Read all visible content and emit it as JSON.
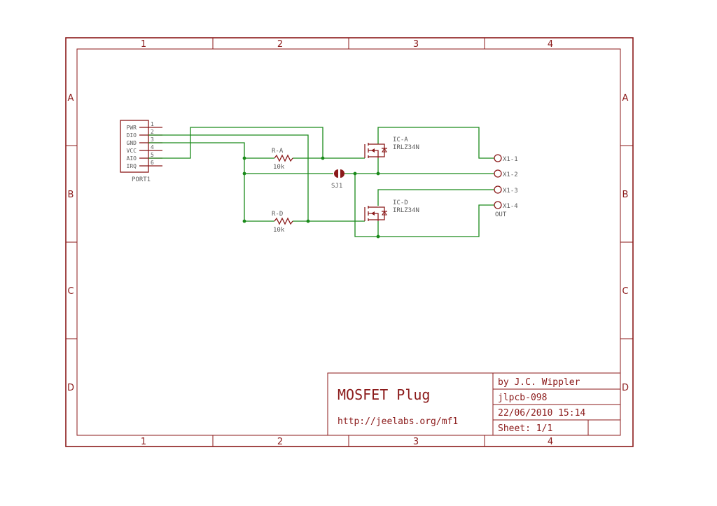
{
  "frame": {
    "columns": [
      "1",
      "2",
      "3",
      "4"
    ],
    "rows": [
      "A",
      "B",
      "C",
      "D"
    ]
  },
  "connector": {
    "name": "PORT1",
    "pins": [
      "PWR",
      "DIO",
      "GND",
      "VCC",
      "AIO",
      "IRQ"
    ],
    "pin_numbers": [
      "1",
      "2",
      "3",
      "4",
      "5",
      "6"
    ]
  },
  "resistors": [
    {
      "name": "R-A",
      "value": "10k"
    },
    {
      "name": "R-D",
      "value": "10k"
    }
  ],
  "jumper": {
    "name": "SJ1"
  },
  "mosfets": [
    {
      "name": "IC-A",
      "value": "IRLZ34N"
    },
    {
      "name": "IC-D",
      "value": "IRLZ34N"
    }
  ],
  "outputs": [
    "X1-1",
    "X1-2",
    "X1-3",
    "X1-4"
  ],
  "output_label": "OUT",
  "title_block": {
    "title": "MOSFET Plug",
    "url": "http://jeelabs.org/mf1",
    "author": "by J.C. Wippler",
    "id": "jlpcb-098",
    "datetime": "22/06/2010 15:14",
    "sheet": "Sheet: 1/1"
  },
  "colors": {
    "frame": "#8b1a1a",
    "wire": "#1a8a1a",
    "text": "#5a5a5a"
  }
}
